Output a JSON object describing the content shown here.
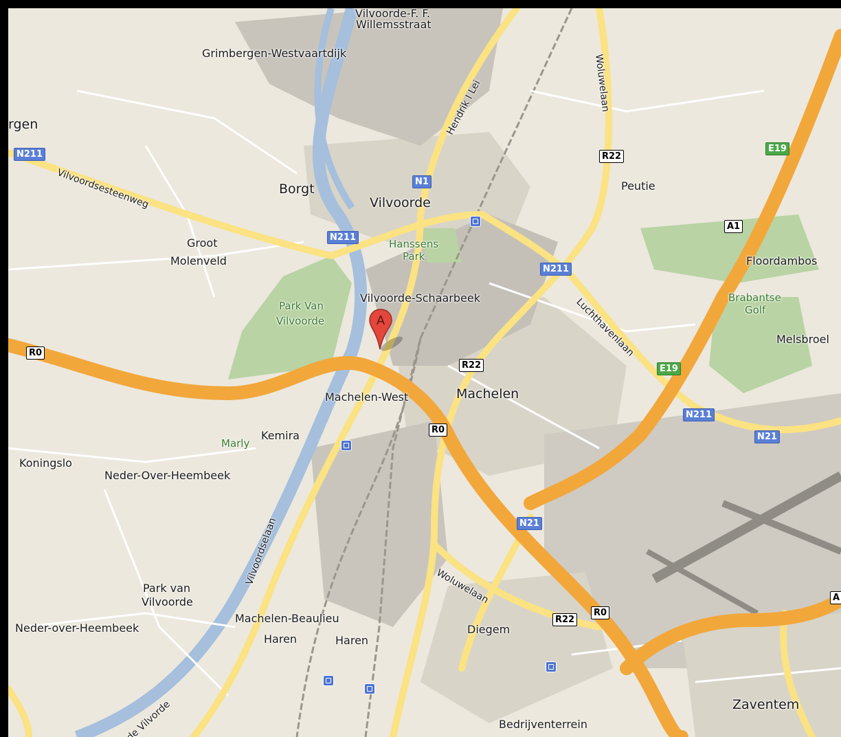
{
  "map": {
    "marker": {
      "letter": "A",
      "color": "#e4463b"
    },
    "colors": {
      "land": "#ece8dd",
      "urban": "#d9d4c8",
      "industrial": "#c4c0b8",
      "park": "#b9d3a4",
      "water": "#a5bfdd",
      "motorway": "#f2a73b",
      "major_road": "#fbe282",
      "road": "#ffffff"
    },
    "places": {
      "willemsstraat": "Willemsstraat",
      "vilvoorde_top": "Vilvoorde-F. F.",
      "grimbergen": "Grimbergen-Westvaartdijk",
      "gen": "rgen",
      "borgt": "Borgt",
      "vilvoorde": "Vilvoorde",
      "peutie": "Peutie",
      "groot": "Groot",
      "molenveld": "Molenveld",
      "hanssens": "Hanssens",
      "park": "Park",
      "floordambos": "Floordambos",
      "brabantse": "Brabantse",
      "golf": "Golf",
      "melsbroek": "Melsbroel",
      "park_van_vilvoorde_1": "Park Van",
      "park_van_vilvoorde_2": "Vilvoorde",
      "vilvoorde_schaarbeek": "Vilvoorde-Schaarbeek",
      "machelen_west": "Machelen-West",
      "machelen": "Machelen",
      "marly": "Marly",
      "kemira": "Kemira",
      "koningslo": "Koningslo",
      "neder_over_heembeek": "Neder-Over-Heembeek",
      "park_van_2a": "Park van",
      "park_van_2b": "Vilvoorde",
      "neder_over_heembeek_2": "Neder-over-Heembeek",
      "machelen_beaulieu": "Machelen-Beaulieu",
      "haren1": "Haren",
      "haren2": "Haren",
      "diegem": "Diegem",
      "zaventem": "Zaventem",
      "bedrijventerrein": "Bedrijventerrein"
    },
    "streets": {
      "vilvoordsesteenweg": "Vilvoordsesteenweg",
      "hendrik_i_lei": "Hendrik I Lei",
      "woluwelaan_top": "Woluwelaan",
      "luchthavenlaan": "Luchthavenlaan",
      "vilvoordselaan": "Vilvoordselaan",
      "woluwelaan_bottom": "Woluwelaan",
      "de_vilvorde": "de Vilvorde"
    },
    "shields": {
      "n211_left": "N211",
      "n1": "N1",
      "n211_center": "N211",
      "n211_right": "N211",
      "n211_far": "N211",
      "n21_right": "N21",
      "n21_bottom": "N21",
      "r22_top": "R22",
      "r22_mid": "R22",
      "r22_bottom": "R22",
      "r0_left": "R0",
      "r0_mid": "R0",
      "r0_bottom": "R0",
      "a1": "A1",
      "a1_edge": "A",
      "e19_top": "E19",
      "e19_mid": "E19"
    }
  }
}
